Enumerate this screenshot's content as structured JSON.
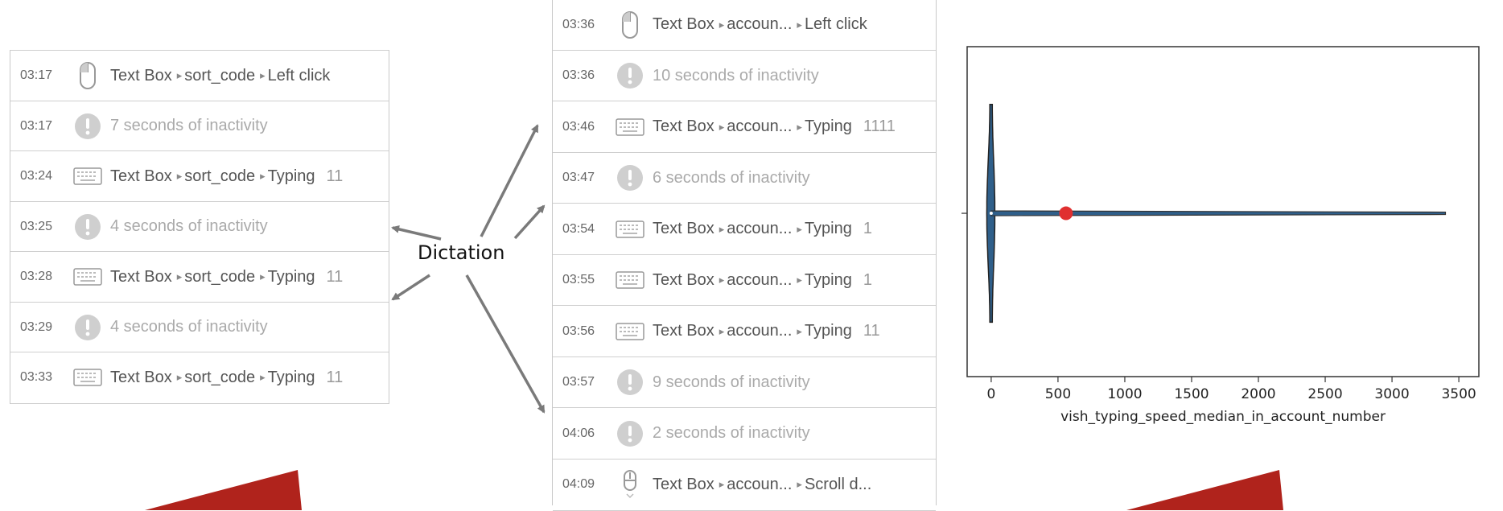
{
  "left_log": {
    "rows": [
      {
        "time": "03:17",
        "icon": "mouse-icon",
        "type": "event",
        "element": "Text Box",
        "field": "sort_code",
        "action": "Left click",
        "value": ""
      },
      {
        "time": "03:17",
        "icon": "alert-icon",
        "type": "inactive",
        "text": "7 seconds of inactivity"
      },
      {
        "time": "03:24",
        "icon": "keyboard-icon",
        "type": "event",
        "element": "Text Box",
        "field": "sort_code",
        "action": "Typing",
        "value": "11"
      },
      {
        "time": "03:25",
        "icon": "alert-icon",
        "type": "inactive",
        "text": "4 seconds of inactivity"
      },
      {
        "time": "03:28",
        "icon": "keyboard-icon",
        "type": "event",
        "element": "Text Box",
        "field": "sort_code",
        "action": "Typing",
        "value": "11"
      },
      {
        "time": "03:29",
        "icon": "alert-icon",
        "type": "inactive",
        "text": "4 seconds of inactivity"
      },
      {
        "time": "03:33",
        "icon": "keyboard-icon",
        "type": "event",
        "element": "Text Box",
        "field": "sort_code",
        "action": "Typing",
        "value": "11"
      }
    ]
  },
  "middle_log": {
    "rows": [
      {
        "time": "03:36",
        "icon": "mouse-icon",
        "type": "event",
        "element": "Text Box",
        "field": "accoun...",
        "action": "Left click",
        "value": ""
      },
      {
        "time": "03:36",
        "icon": "alert-icon",
        "type": "inactive",
        "text": "10 seconds of inactivity"
      },
      {
        "time": "03:46",
        "icon": "keyboard-icon",
        "type": "event",
        "element": "Text Box",
        "field": "accoun...",
        "action": "Typing",
        "value": "1111"
      },
      {
        "time": "03:47",
        "icon": "alert-icon",
        "type": "inactive",
        "text": "6 seconds of inactivity"
      },
      {
        "time": "03:54",
        "icon": "keyboard-icon",
        "type": "event",
        "element": "Text Box",
        "field": "accoun...",
        "action": "Typing",
        "value": "1"
      },
      {
        "time": "03:55",
        "icon": "keyboard-icon",
        "type": "event",
        "element": "Text Box",
        "field": "accoun...",
        "action": "Typing",
        "value": "1"
      },
      {
        "time": "03:56",
        "icon": "keyboard-icon",
        "type": "event",
        "element": "Text Box",
        "field": "accoun...",
        "action": "Typing",
        "value": "11"
      },
      {
        "time": "03:57",
        "icon": "alert-icon",
        "type": "inactive",
        "text": "9 seconds of inactivity"
      },
      {
        "time": "04:06",
        "icon": "alert-icon",
        "type": "inactive",
        "text": "2 seconds of inactivity"
      },
      {
        "time": "04:09",
        "icon": "scroll-mouse-icon",
        "type": "event",
        "element": "Text Box",
        "field": "accoun...",
        "action": "Scroll d...",
        "value": ""
      }
    ]
  },
  "annotation": {
    "label": "Dictation"
  },
  "colors": {
    "accent_red": "#b0231c",
    "violin_blue": "#2f5f8a",
    "marker_red": "#e03030"
  },
  "chart_data": {
    "type": "violin",
    "xlabel": "vish_typing_speed_median_in_account_number",
    "xlim": [
      -180,
      3650
    ],
    "xticks": [
      0,
      500,
      1000,
      1500,
      2000,
      2500,
      3000,
      3500
    ],
    "xtick_labels": [
      "0",
      "500",
      "1000",
      "1500",
      "2000",
      "2500",
      "3000",
      "3500"
    ],
    "distribution_range": [
      0,
      3400
    ],
    "marker_value": 560,
    "grid": false
  }
}
